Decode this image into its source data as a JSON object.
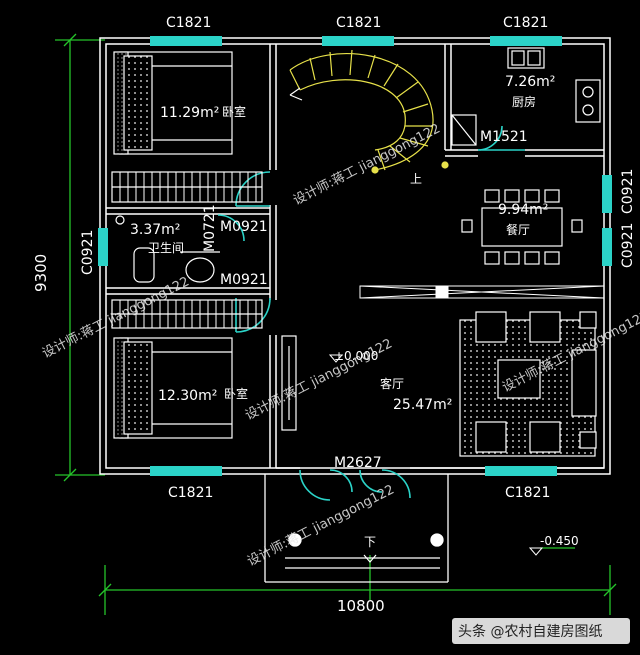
{
  "labels": {
    "c1821_top_left": "C1821",
    "c1821_top_mid": "C1821",
    "c1821_top_right": "C1821",
    "c1821_bot_left": "C1821",
    "c1821_bot_right": "C1821",
    "c0921_left": "C0921",
    "c0921_right_top": "C0921",
    "c0921_right_bot": "C0921",
    "m0921_top": "M0921",
    "m0921_bot": "M0921",
    "m0721": "M0721",
    "m1521": "M1521",
    "m2627": "M2627"
  },
  "rooms": {
    "bedroom1_area": "11.29m²",
    "bedroom1_name": "卧室",
    "bedroom2_area": "12.30m²",
    "bedroom2_name": "卧室",
    "bath_area": "3.37m²",
    "bath_name": "卫生间",
    "kitchen_area": "7.26m²",
    "kitchen_name": "厨房",
    "dining_area": "9.94m²",
    "dining_name": "餐厅",
    "living_area": "25.47m²",
    "living_name": "客厅"
  },
  "markers": {
    "up": "上",
    "down": "下",
    "level_zero": "±0.000",
    "level_minus": "-0.450"
  },
  "dimensions": {
    "width": "10800",
    "height": "9300"
  },
  "watermark": "设计师:蒋工 jianggong122",
  "footer": "头条 @农村自建房图纸",
  "colors": {
    "wall": "#ffffff",
    "window": "#2bd3c8",
    "door": "#2bd3c8",
    "dim_line": "#25c42a",
    "background": "#000000",
    "stair": "#e7e14a",
    "hatch": "#cccccc"
  }
}
